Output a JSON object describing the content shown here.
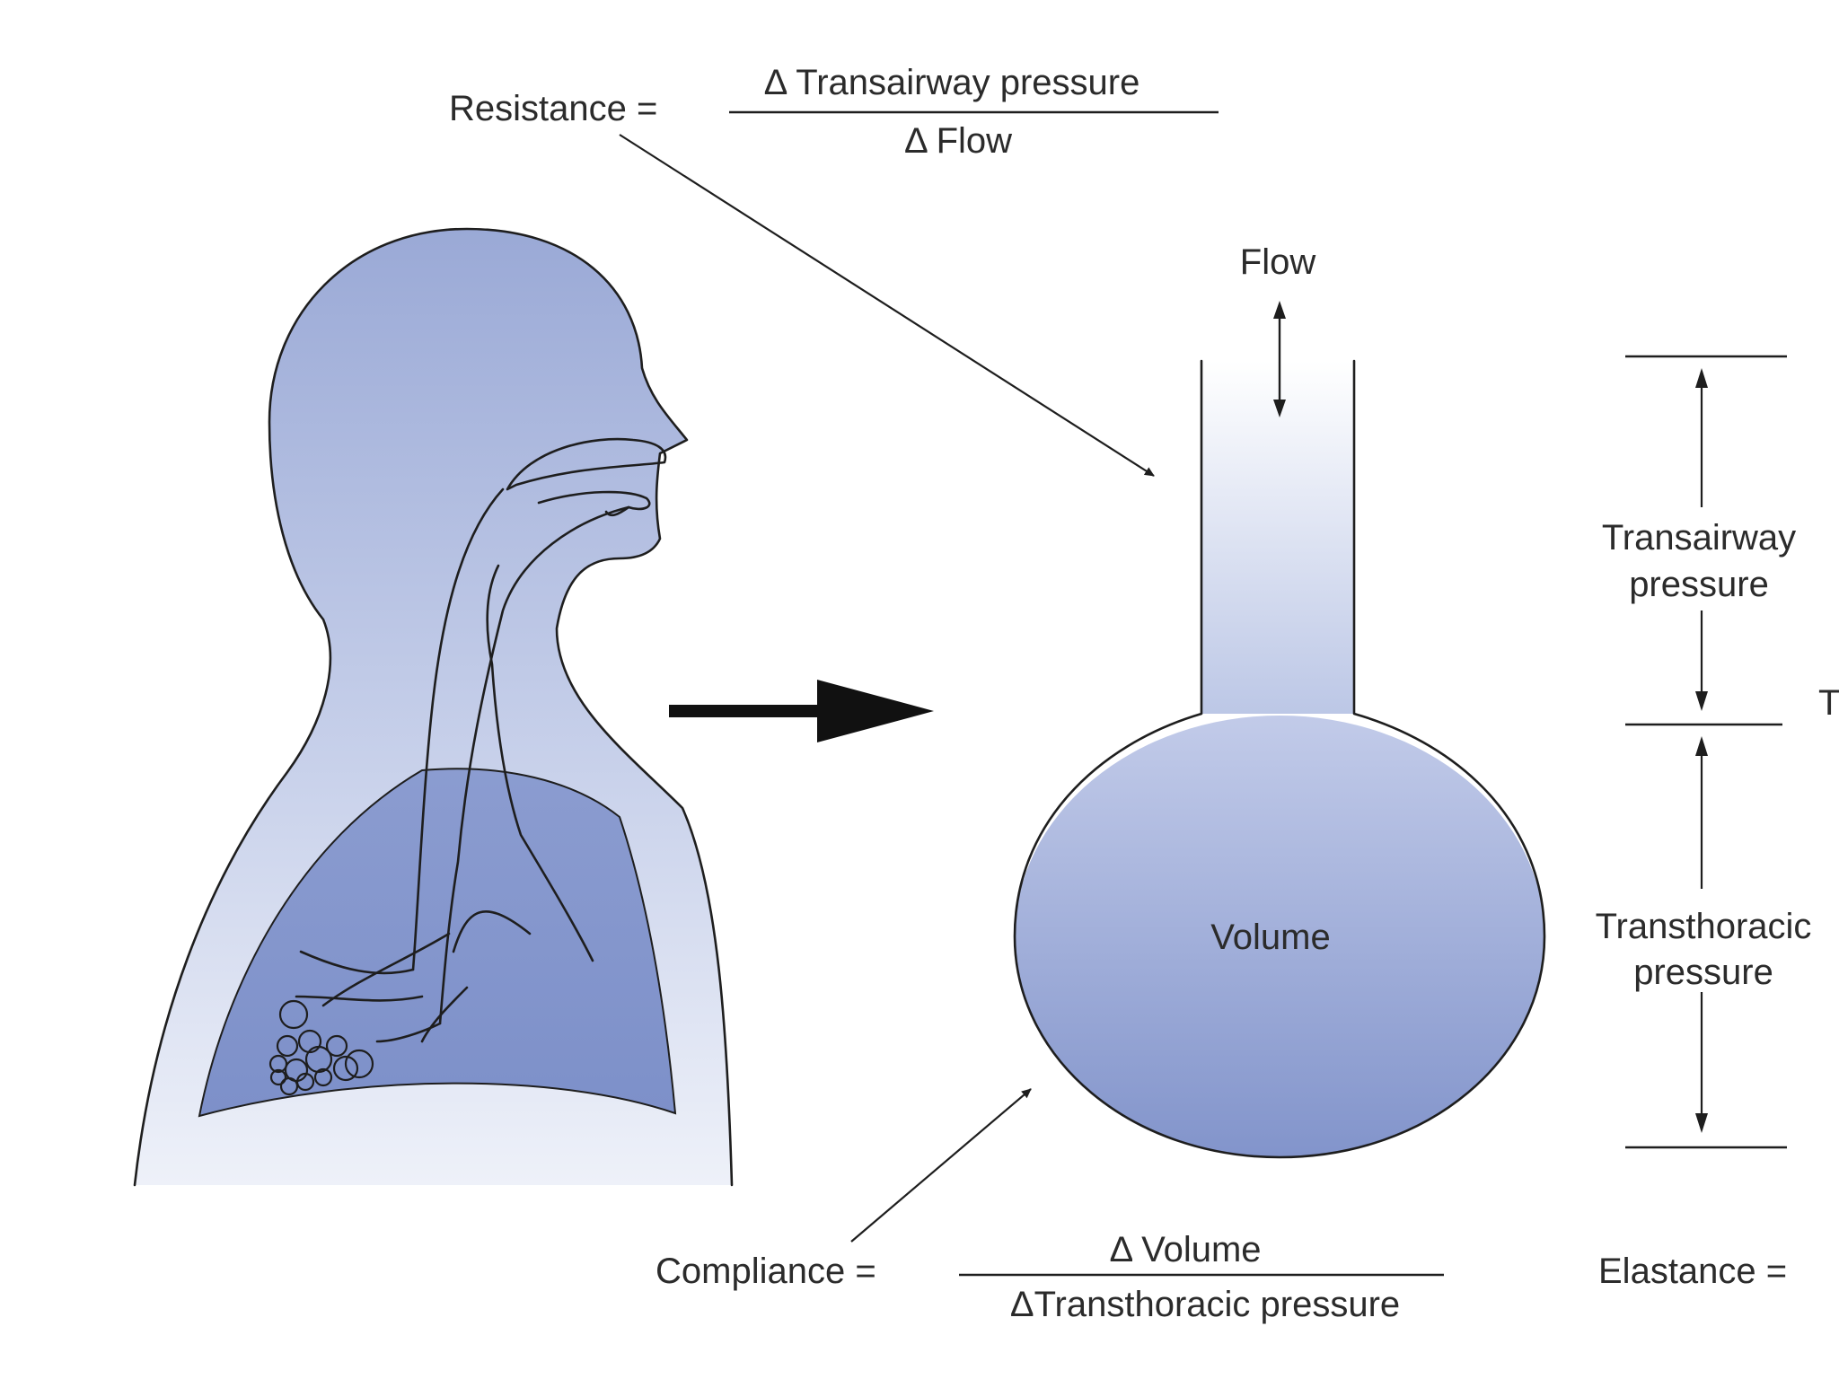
{
  "resistance": {
    "lhs": "Resistance =",
    "numerator": "Δ Transairway pressure",
    "denominator": "Δ Flow"
  },
  "compliance": {
    "lhs": "Compliance =",
    "numerator": "Δ Volume",
    "denominator": "ΔTransthoracic pressure"
  },
  "elastance": {
    "lhs": "Elastance ="
  },
  "labels": {
    "flow": "Flow",
    "volume": "Volume",
    "transairway_line1": "Transairway",
    "transairway_line2": "pressure",
    "transthoracic_line1": "Transthoracic",
    "transthoracic_line2": "pressure",
    "cut_letter": "T"
  },
  "colors": {
    "body_fill": "#a9b6dd",
    "lung_fill": "#8597cc",
    "bulb_fill": "#8a9bd0",
    "stroke": "#1e1e1e"
  }
}
